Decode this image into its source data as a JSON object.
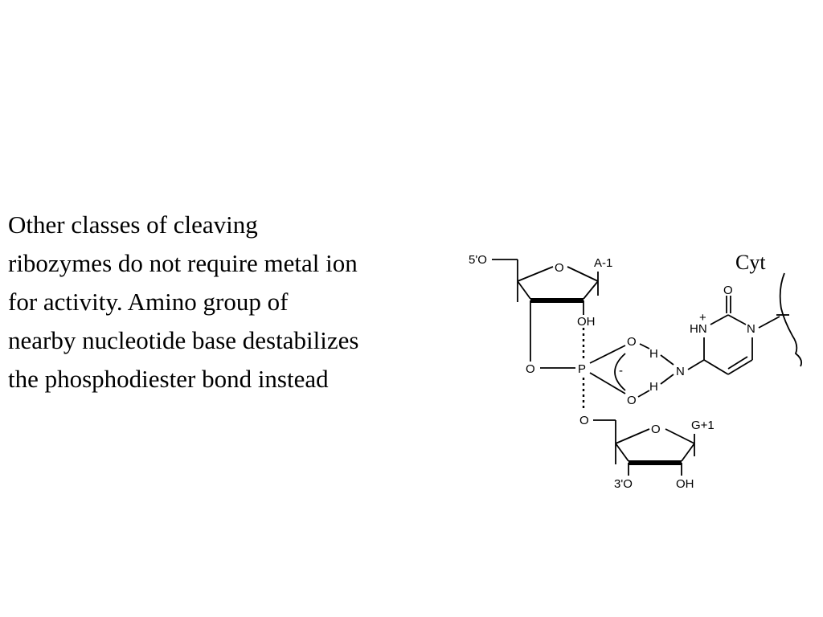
{
  "slide": {
    "text_lines": [
      "Other classes of cleaving",
      "ribozymes do not require metal ion",
      "for activity. Amino group of",
      "nearby nucleotide base destabilizes",
      "the phosphodiester bond instead"
    ]
  },
  "diagram": {
    "labels": {
      "five_prime_o": "5'O",
      "ring_o_top": "O",
      "a_minus_1": "A-1",
      "oh_top": "OH",
      "o_left": "O",
      "p": "P",
      "o_upper": "O",
      "h_upper": "H",
      "minus": "-",
      "n_amino": "N",
      "h_lower": "H",
      "o_lower": "O",
      "o_bridge": "O",
      "ring_o_bottom": "O",
      "g_plus_1": "G+1",
      "three_prime_o": "3'O",
      "oh_bottom": "OH",
      "cyt": "Cyt",
      "c_o": "O",
      "hn": "HN",
      "plus": "+",
      "n_ring": "N"
    }
  }
}
